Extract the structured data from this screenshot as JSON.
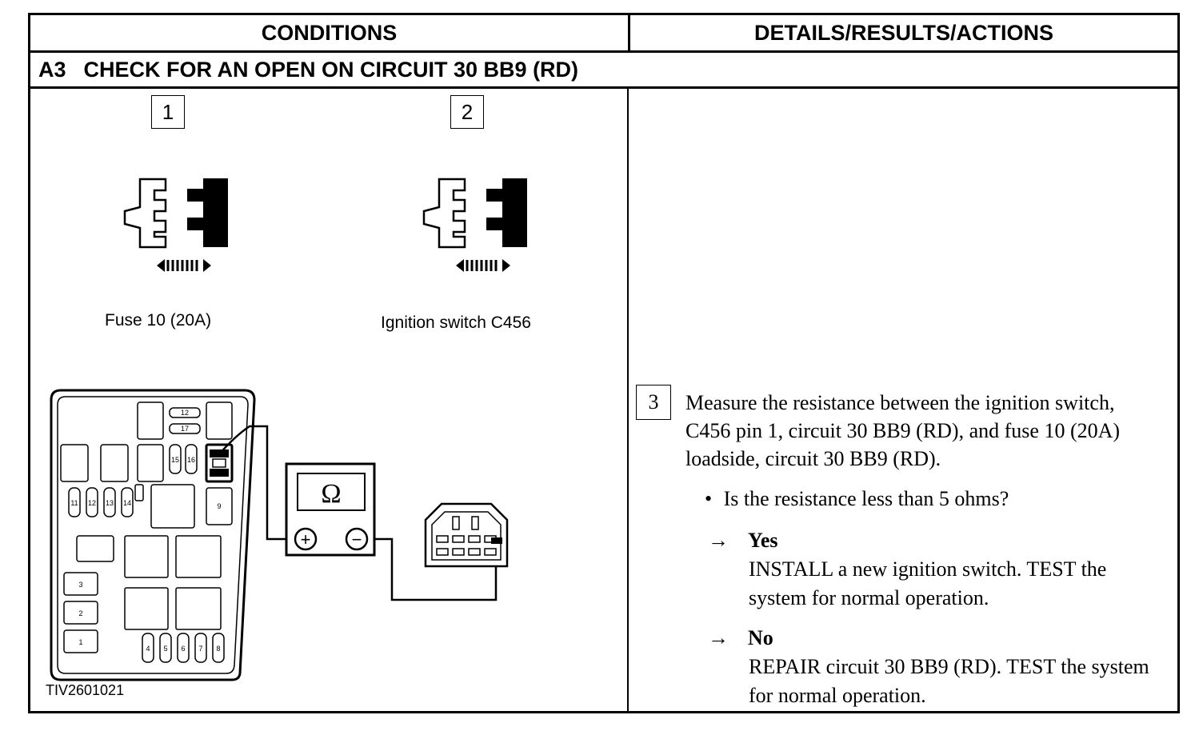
{
  "table": {
    "col_conditions": "CONDITIONS",
    "col_details": "DETAILS/RESULTS/ACTIONS"
  },
  "test_step": {
    "code": "A3",
    "title": "CHECK FOR AN OPEN ON CIRCUIT 30 BB9 (RD)"
  },
  "conditions": {
    "step1": {
      "number": "1",
      "label": "Fuse 10 (20A)"
    },
    "step2": {
      "number": "2",
      "label": "Ignition switch C456"
    },
    "meter_symbol": "Ω",
    "meter_plus": "+",
    "meter_minus": "−",
    "fuse_numbers": [
      "12",
      "17",
      "15",
      "16",
      "11",
      "12",
      "13",
      "14",
      "9",
      "3",
      "2",
      "1",
      "4",
      "5",
      "6",
      "7",
      "8"
    ],
    "figure_id": "TIV2601021"
  },
  "details": {
    "step3_number": "3",
    "step3_text": "Measure the resistance between the ignition switch, C456 pin 1, circuit 30 BB9 (RD), and fuse 10 (20A) loadside, circuit 30 BB9 (RD).",
    "question": "Is the resistance less than 5 ohms?",
    "yes_label": "Yes",
    "yes_action": "INSTALL a new ignition switch. TEST the system for normal operation.",
    "no_label": "No",
    "no_action": "REPAIR circuit 30 BB9 (RD). TEST the system for normal operation."
  }
}
